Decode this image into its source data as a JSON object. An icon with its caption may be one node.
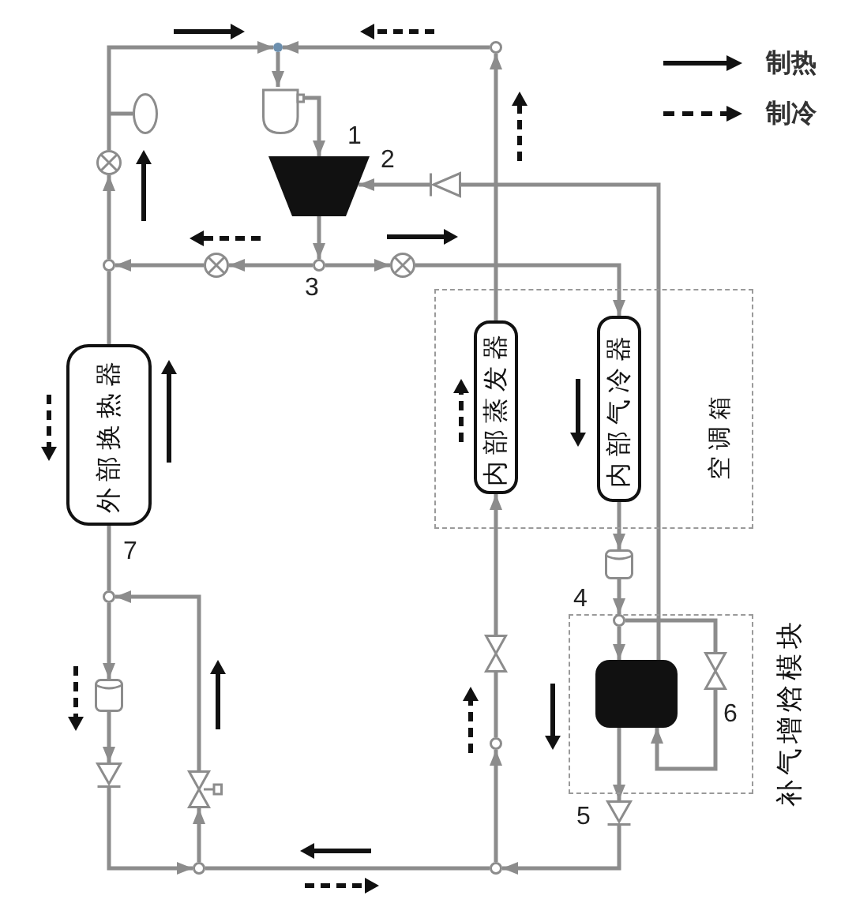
{
  "diagram": {
    "nodes": [
      {
        "text": [],
        "shape": "dot"
      },
      {
        "text": [],
        "shape": "circle"
      },
      {
        "text": [],
        "shape": "tank"
      },
      {
        "text": [],
        "shape": "ellipse"
      },
      {
        "text": [],
        "shape": "trapezoid"
      },
      {
        "text": [],
        "shape": "valve"
      },
      {
        "text": [],
        "shape": "triangle"
      },
      {
        "text": [],
        "shape": "circle"
      },
      {
        "text": [],
        "shape": "valve"
      },
      {
        "text": [],
        "shape": "circle"
      },
      {
        "text": [],
        "shape": "valve"
      },
      {
        "text": [
          "空调箱"
        ]
      },
      {
        "text": [
          "外部换热器"
        ]
      },
      {
        "text": [
          "内部蒸发器"
        ],
        "in": 11
      },
      {
        "text": [
          "内部气冷器"
        ],
        "in": 11
      },
      {
        "text": [],
        "shape": "cylinder"
      },
      {
        "text": [],
        "shape": "circle"
      },
      {
        "text": [
          "补气增焓模块"
        ]
      },
      {
        "text": [],
        "shape": "circle",
        "in": 17
      },
      {
        "text": [],
        "shape": "bowtie",
        "in": 17
      },
      {
        "text": [],
        "shape": "box",
        "in": 17
      },
      {
        "text": [],
        "shape": "cylinder"
      },
      {
        "text": [],
        "shape": "bowtie"
      },
      {
        "text": [],
        "shape": "circle"
      },
      {
        "text": [],
        "shape": "triangle"
      },
      {
        "text": [],
        "shape": "bowtie"
      },
      {
        "text": [],
        "shape": "triangle"
      },
      {
        "text": [],
        "shape": "circle"
      },
      {
        "text": [],
        "shape": "circle"
      }
    ],
    "edges": [
      {
        "from": 5,
        "to": 0,
        "arrow": "to"
      },
      {
        "from": 7,
        "to": 5,
        "arrow": "to"
      },
      {
        "from": 1,
        "to": 0,
        "arrow": "to"
      },
      {
        "from": 0,
        "to": 2,
        "arrow": "to"
      },
      {
        "from": 2,
        "to": 4,
        "arrow": "to"
      },
      {
        "from": null,
        "to": 3,
        "arrow": "none"
      },
      {
        "from": 6,
        "to": 4,
        "arrow": "to"
      },
      {
        "from": 20,
        "to": 6,
        "arrow": "none"
      },
      {
        "from": 4,
        "to": 9,
        "arrow": "to"
      },
      {
        "from": 9,
        "to": 8,
        "arrow": "to"
      },
      {
        "from": 8,
        "to": 7,
        "arrow": "to"
      },
      {
        "from": 9,
        "to": 10,
        "arrow": "to"
      },
      {
        "from": 10,
        "to": 14,
        "arrow": "to"
      },
      {
        "from": 7,
        "to": 12,
        "arrow": "none"
      },
      {
        "from": 12,
        "to": 16,
        "arrow": "none"
      },
      {
        "from": 13,
        "to": 1,
        "arrow": "to"
      },
      {
        "from": 14,
        "to": 15,
        "arrow": "to"
      },
      {
        "from": 15,
        "to": 18,
        "arrow": "to"
      },
      {
        "from": 18,
        "to": 20,
        "arrow": "to"
      },
      {
        "from": 18,
        "to": 19,
        "arrow": "none"
      },
      {
        "from": 19,
        "to": 20,
        "arrow": "to"
      },
      {
        "from": 20,
        "to": 26,
        "arrow": "to"
      },
      {
        "from": 26,
        "to": 28,
        "arrow": "to"
      },
      {
        "from": 28,
        "to": 27,
        "arrow": "none"
      },
      {
        "from": 28,
        "to": 23,
        "arrow": "to"
      },
      {
        "from": 23,
        "to": 22,
        "arrow": "none"
      },
      {
        "from": 22,
        "to": 13,
        "arrow": "to"
      },
      {
        "from": 16,
        "to": 21,
        "arrow": "to"
      },
      {
        "from": 21,
        "to": 24,
        "arrow": "to"
      },
      {
        "from": 24,
        "to": 27,
        "arrow": "to"
      },
      {
        "from": 27,
        "to": 25,
        "arrow": "to"
      },
      {
        "from": 25,
        "to": 16,
        "arrow": "to"
      }
    ],
    "labels": [
      "1",
      "2",
      "3",
      "7",
      "4",
      "6",
      "5"
    ],
    "legend": [
      {
        "text": "制热"
      },
      {
        "text": "制冷"
      }
    ]
  }
}
